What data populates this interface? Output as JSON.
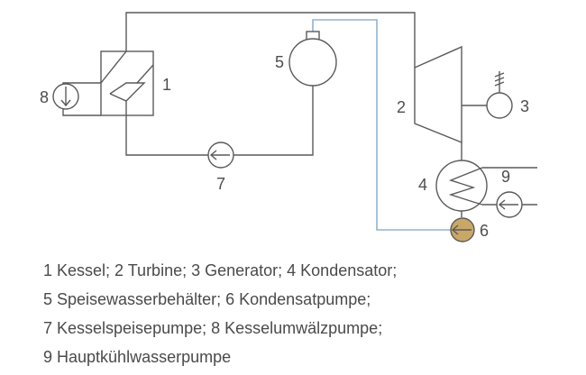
{
  "labels": {
    "n1": "1",
    "n2": "2",
    "n3": "3",
    "n4": "4",
    "n5": "5",
    "n6": "6",
    "n7": "7",
    "n8": "8",
    "n9": "9"
  },
  "legend": {
    "line1": "1 Kessel; 2 Turbine; 3 Generator; 4 Kondensator;",
    "line2": "5 Speisewasserbehälter; 6 Kondensatpumpe;",
    "line3": "7 Kesselspeisepumpe; 8 Kesselumwälzpumpe;",
    "line4": "9 Hauptkühlwasserpumpe"
  },
  "colors": {
    "line": "#5a5a5a",
    "condensate_line": "#8fb3cf",
    "condensate_pump": "#c9a867"
  }
}
